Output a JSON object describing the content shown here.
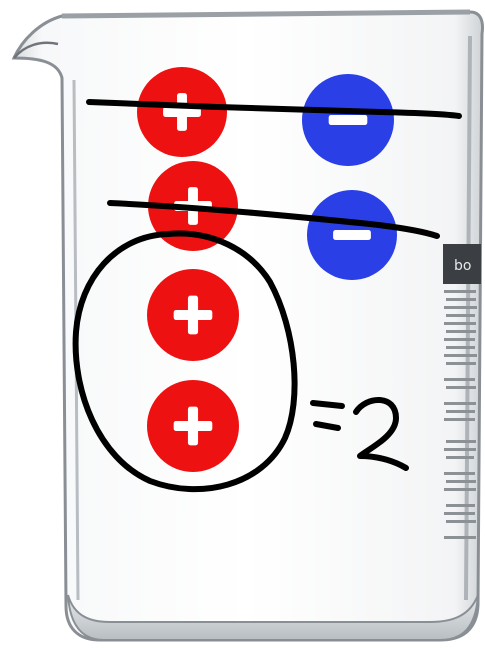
{
  "colors": {
    "positive": "#ee1111",
    "negative": "#2a3fe6",
    "sign": "#ffffff",
    "ink": "#000000",
    "glass_edge": "#8a8f95",
    "glass_fill": "#f4f6f7"
  },
  "ions": {
    "positive_count": 4,
    "negative_count": 2,
    "positive_symbol": "+",
    "negative_symbol": "−"
  },
  "pairs_crossed_out": 2,
  "annotation": {
    "text": "=2"
  },
  "beaker": {
    "label_fragment": "bo"
  }
}
